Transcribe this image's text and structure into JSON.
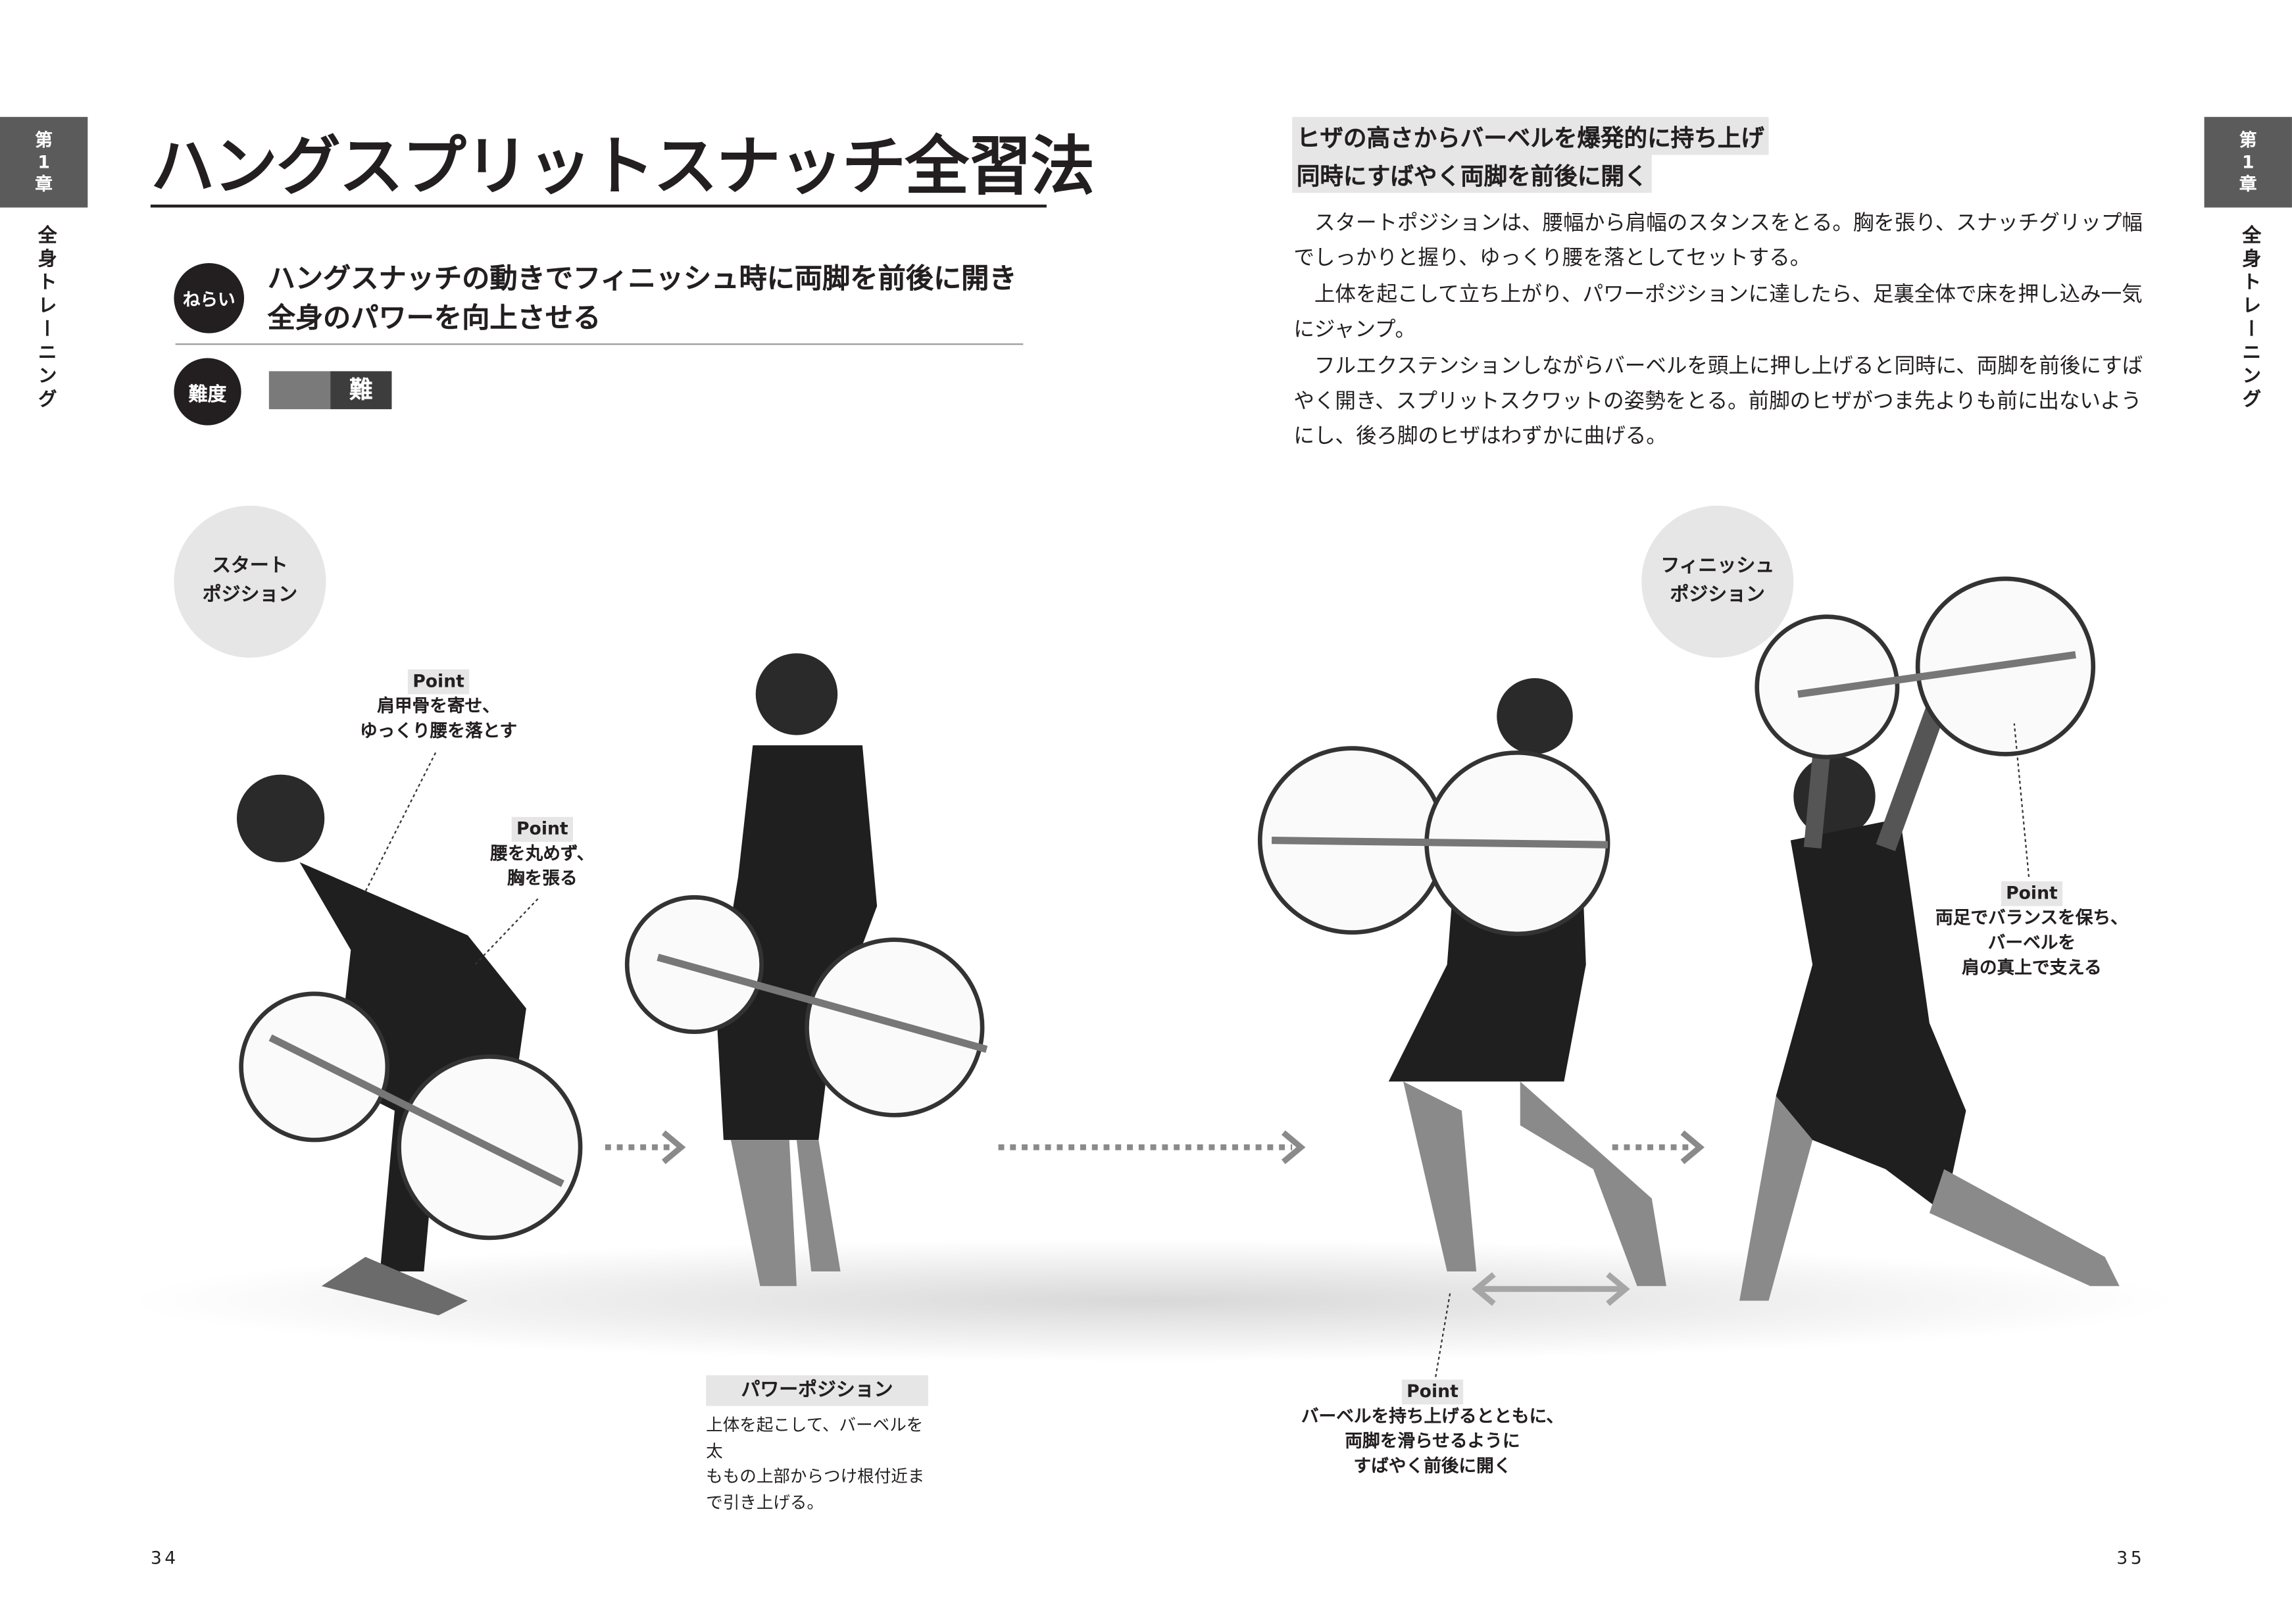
{
  "chapter_tab": {
    "chapter_line1": "第",
    "chapter_num": "1",
    "chapter_line3": "章",
    "section": "全身トレーニング"
  },
  "title": "ハングスプリットスナッチ全習法",
  "aim": {
    "badge": "ねらい",
    "lines": [
      "ハングスナッチの動きでフィニッシュ時に両脚を前後に開き",
      "全身のパワーを向上させる"
    ]
  },
  "difficulty": {
    "badge": "難度",
    "label": "難",
    "level_fraction": 1.0
  },
  "subheadings": [
    "ヒザの高さからバーベルを爆発的に持ち上げ",
    "同時にすばやく両脚を前後に開く"
  ],
  "body_paragraphs": [
    "スタートポジションは、腰幅から肩幅のスタンスをとる。胸を張り、スナッチグリップ幅でしっかりと握り、ゆっくり腰を落としてセットする。",
    "上体を起こして立ち上がり、パワーポジションに達したら、足裏全体で床を押し込み一気にジャンプ。",
    "フルエクステンションしながらバーベルを頭上に押し上げると同時に、両脚を前後にすばやく開き、スプリットスクワットの姿勢をとる。前脚のヒザがつま先よりも前に出ないようにし、後ろ脚のヒザはわずかに曲げる。"
  ],
  "positions": {
    "start": [
      "スタート",
      "ポジション"
    ],
    "finish": [
      "フィニッシュ",
      "ポジション"
    ]
  },
  "points": [
    {
      "label": "Point",
      "lines": [
        "肩甲骨を寄せ、",
        "ゆっくり腰を落とす"
      ]
    },
    {
      "label": "Point",
      "lines": [
        "腰を丸めず、",
        "胸を張る"
      ]
    },
    {
      "label": "Point",
      "lines": [
        "両足でバランスを保ち、",
        "バーベルを",
        "肩の真上で支える"
      ]
    },
    {
      "label": "Point",
      "lines": [
        "バーベルを持ち上げるとともに、",
        "両脚を滑らせるように",
        "すばやく前後に開く"
      ]
    }
  ],
  "power_position": {
    "title": "パワーポジション",
    "lines": [
      "上体を起こして、バーベルを太",
      "ももの上部からつけ根付近ま",
      "で引き上げる。"
    ]
  },
  "page_numbers": {
    "left": "34",
    "right": "35"
  },
  "colors": {
    "text": "#231f20",
    "tab": "#5b5b5b",
    "highlight": "#e6e6e6",
    "arrow": "#8a8a8a"
  }
}
